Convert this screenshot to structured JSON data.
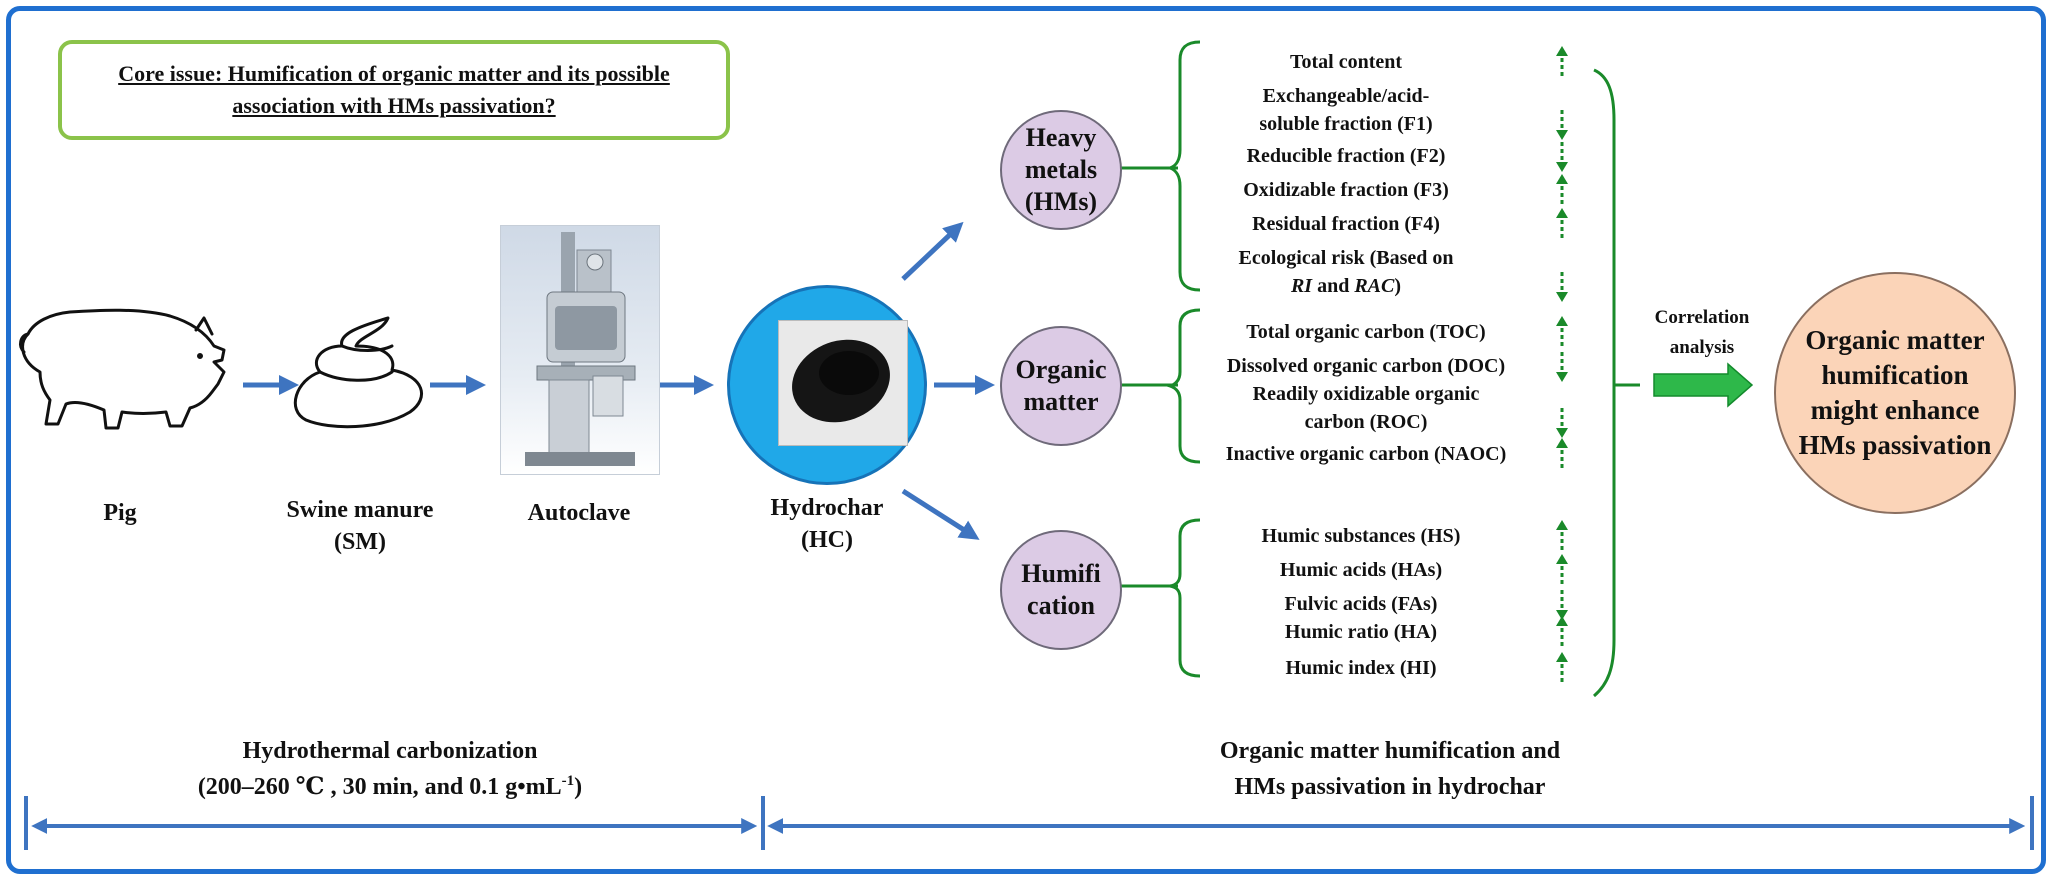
{
  "core_issue": "Core issue: Humification of organic matter and its possible association with HMs passivation?",
  "process": {
    "pig": "Pig",
    "manure_line1": "Swine manure",
    "manure_line2": "(SM)",
    "autoclave": "Autoclave",
    "hydrochar_line1": "Hydrochar",
    "hydrochar_line2": "(HC)"
  },
  "categories": {
    "heavy_metals": [
      "Heavy",
      "metals",
      "(HMs)"
    ],
    "organic_matter": [
      "Organic",
      "matter"
    ],
    "humification": [
      "Humifi",
      "cation"
    ]
  },
  "heavy_metal_items": [
    {
      "text": "Total content",
      "trend": "up"
    },
    {
      "text": "Exchangeable/acid-",
      "trend": ""
    },
    {
      "text": "soluble fraction (F1)",
      "trend": "down"
    },
    {
      "text": "Reducible fraction (F2)",
      "trend": "down"
    },
    {
      "text": "Oxidizable fraction (F3)",
      "trend": "up"
    },
    {
      "text": "Residual fraction (F4)",
      "trend": "up"
    },
    {
      "text": "Ecological risk (Based on",
      "trend": ""
    },
    {
      "text": "RI and RAC)",
      "trend": "down"
    }
  ],
  "organic_matter_items": [
    {
      "text": "Total organic carbon (TOC)",
      "trend": "up"
    },
    {
      "text": "Dissolved organic carbon (DOC)",
      "trend": "down"
    },
    {
      "text": "Readily oxidizable organic",
      "trend": ""
    },
    {
      "text": "carbon (ROC)",
      "trend": "down"
    },
    {
      "text": "Inactive organic carbon (NAOC)",
      "trend": "up"
    }
  ],
  "humification_items": [
    {
      "text": "Humic substances (HS)",
      "trend": "up"
    },
    {
      "text": "Humic acids (HAs)",
      "trend": "up"
    },
    {
      "text": "Fulvic acids (FAs)",
      "trend": "down"
    },
    {
      "text": "Humic ratio (HA)",
      "trend": "up"
    },
    {
      "text": "Humic index (HI)",
      "trend": "up"
    }
  ],
  "correlation_line1": "Correlation",
  "correlation_line2": "analysis",
  "conclusion": [
    "Organic matter",
    "humification",
    "might enhance",
    "HMs passivation"
  ],
  "bottom_left_line1": "Hydrothermal carbonization",
  "bottom_left_line2_prefix": "(200–260 ℃ , 30 min, and 0.1 g•mL",
  "bottom_left_line2_sup": "-1",
  "bottom_left_line2_suffix": ")",
  "bottom_right_line1": "Organic matter humification and",
  "bottom_right_line2": "HMs passivation in hydrochar",
  "colors": {
    "frame": "#1f6fd0",
    "flow_arrow": "#3e74c0",
    "green": "#1a8a2a",
    "core_border": "#8bc34a",
    "category_fill": "#dccbe5",
    "result_fill": "#fbd4b8",
    "hydrochar_fill": "#20a8e8"
  }
}
